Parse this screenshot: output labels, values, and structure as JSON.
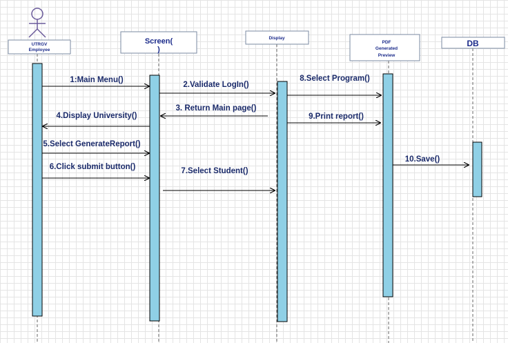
{
  "colors": {
    "participant_text": "#1a2a8a",
    "message_text": "#1a2a6a",
    "activation_fill": "#8fd0e6",
    "line": "#000000"
  },
  "actor": {
    "name_line1": "UTRGV",
    "name_line2": "Employee"
  },
  "participants": {
    "screen": {
      "line1": "Screen(",
      "line2": ")"
    },
    "display": {
      "line1": "Display"
    },
    "pdf": {
      "line1": "PDF",
      "line2": "Generated",
      "line3": "Preview"
    },
    "db": {
      "line1": "DB"
    }
  },
  "messages": [
    {
      "label": "1:Main Menu()"
    },
    {
      "label": "2.Validate LogIn()"
    },
    {
      "label": "3. Return Main page()"
    },
    {
      "label": "4.Display University()"
    },
    {
      "label": "5.Select GenerateReport()"
    },
    {
      "label": "6.Click submit button()"
    },
    {
      "label": "7.Select Student()"
    },
    {
      "label": "8.Select Program()"
    },
    {
      "label": "9.Print report()"
    },
    {
      "label": "10.Save()"
    }
  ]
}
